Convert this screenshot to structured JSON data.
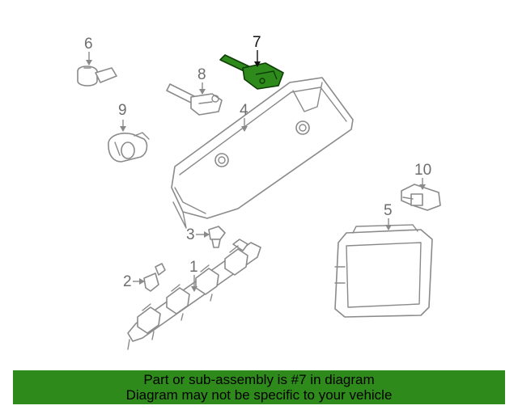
{
  "diagram": {
    "callouts": {
      "c1": "1",
      "c2": "2",
      "c3": "3",
      "c4": "4",
      "c5": "5",
      "c6": "6",
      "c7": "7",
      "c8": "8",
      "c9": "9",
      "c10": "10"
    },
    "highlight_color": "#2f8a1c",
    "selected_part": "7"
  },
  "footer": {
    "line1": "Part or sub-assembly is #7 in diagram",
    "line2": "Diagram may not be specific to your vehicle",
    "background": "#2f8a1c"
  }
}
